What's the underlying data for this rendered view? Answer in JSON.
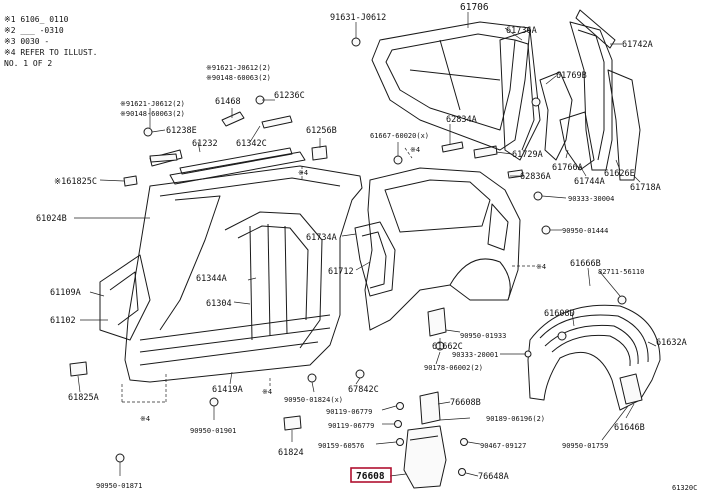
{
  "notes": [
    "※1 6106_ 0110",
    "※2 ___ -0310",
    "※3 0030 -",
    "※4 REFER TO ILLUST.",
    "NO. 1 OF 2"
  ],
  "labels": {
    "p61706": "61706",
    "p91631": "91631-J0612",
    "p61736A": "61736A",
    "p61742A": "61742A",
    "p91621a": "※91621-J0612(2)",
    "p90148a": "※90148-60063(2)",
    "p61468": "61468",
    "p61236C": "61236C",
    "p91621b": "※91621-J0612(2)",
    "p90148b": "※90148-60063(2)",
    "p61238E": "61238E",
    "p61342C": "61342C",
    "p61256B": "61256B",
    "p61667": "61667-60020(x)",
    "p82834": "62834A",
    "p61769B": "61769B",
    "p61232": "61232",
    "p61729A": "61729A",
    "p62836A": "62836A",
    "p61766A": "61766A",
    "p61626E": "61626E",
    "p61744A": "61744A",
    "p61718A": "61718A",
    "p61825C": "※161825C",
    "p90333a": "90333-30004",
    "p61024B": "61024B",
    "p61734A": "61734A",
    "p90950a": "90950-01444",
    "p61666B": "61666B",
    "p82711": "82711-56110",
    "p61712": "61712",
    "p61344A": "61344A",
    "p61109A": "61109A",
    "p61304": "61304",
    "p61608D": "61608D",
    "p61102": "61102",
    "p90950b": "90950-01933",
    "p61662C": "61662C",
    "p61632A": "61632A",
    "p90333b": "90333-20001",
    "p90178": "90178-06002(2)",
    "p61419A": "61419A",
    "p67842C": "67842C",
    "p61825A": "61825A",
    "p90950c": "90950-01824(x)",
    "p76608B": "76608B",
    "p90119a": "90119-06779",
    "p90189": "90189-06196(2)",
    "p90950d": "90950-01901",
    "p90119b": "90119-06779",
    "p61646B": "61646B",
    "p90159": "90159-60576",
    "p90467": "90467-09127",
    "p90950e": "90950-01759",
    "p61824": "61824",
    "p76608": "76608",
    "p76648A": "76648A",
    "p90950f": "90950-01871",
    "code": "61320C"
  },
  "marks": {
    "m4": "※4",
    "star": "※4"
  },
  "colors": {
    "highlight": "#b01030",
    "ink": "#1a1a1a"
  }
}
